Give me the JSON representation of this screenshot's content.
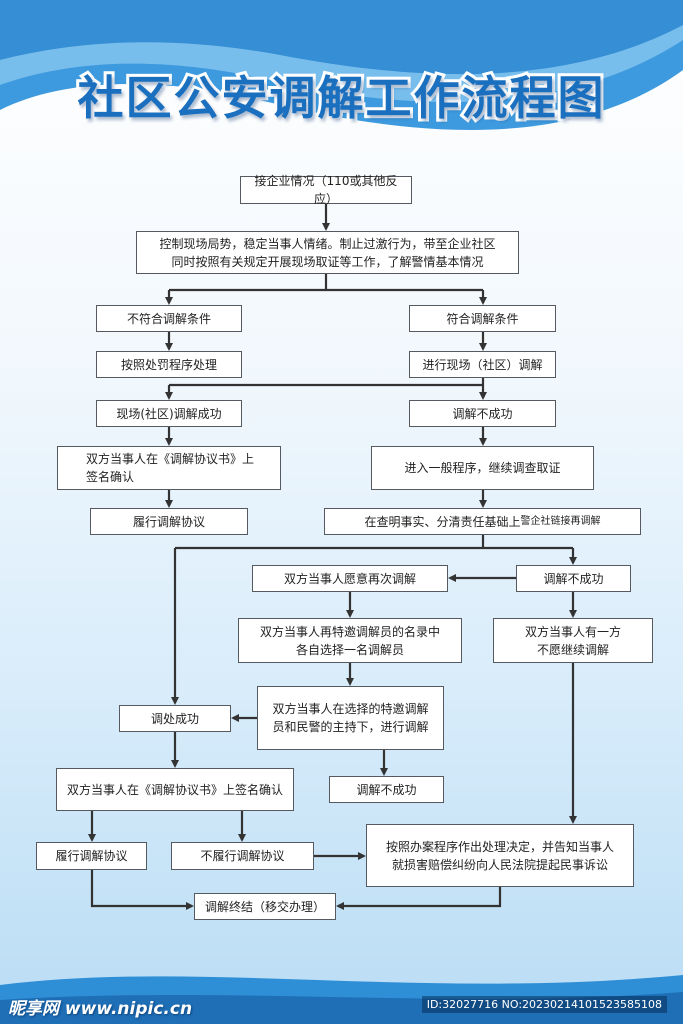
{
  "title": "社区公安调解工作流程图",
  "colors": {
    "title": "#1a6fbf",
    "wave_dark": "#2f8fd6",
    "wave_light": "#7dc0ee",
    "box_border": "#555a60",
    "arrow": "#333333"
  },
  "boxes": {
    "receive": "接企业情况（110或其他反应）",
    "control": "控制现场局势，稳定当事人情绪。制止过激行为，带至企业社区\n同时按照有关规定开展现场取证等工作，了解警情基本情况",
    "not_qualified": "不符合调解条件",
    "qualified": "符合调解条件",
    "penalty": "按照处罚程序处理",
    "onsite_mediation": "进行现场（社区）调解",
    "onsite_success": "现场(社区)调解成功",
    "mediation_fail_1": "调解不成功",
    "sign_1": "双方当事人在《调解协议书》上\n签名确认",
    "general_procedure": "进入一般程序，继续调查取证",
    "perform_1": "履行调解协议",
    "fact_finding_main": "在查明事实、分清责任基础上",
    "fact_finding_small": "警企社链接再调解",
    "willing_again": "双方当事人愿意再次调解",
    "mediation_fail_2": "调解不成功",
    "choose_mediator": "双方当事人再特邀调解员的名录中\n各自选择一名调解员",
    "one_unwilling": "双方当事人有一方\n不愿继续调解",
    "special_mediation": "双方当事人在选择的特邀调解\n员和民警的主持下，进行调解",
    "mediation_success": "调处成功",
    "sign_2": "双方当事人在《调解协议书》上签名确认",
    "mediation_fail_3": "调解不成功",
    "decision": "按照办案程序作出处理决定，并告知当事人\n就损害赔偿纠纷向人民法院提起民事诉讼",
    "perform_2": "履行调解协议",
    "not_perform": "不履行调解协议",
    "end": "调解终结（移交办理）"
  },
  "footer": {
    "logo": "昵享网 www.nipic.cn",
    "id": "ID:32027716 NO:20230214101523585108"
  }
}
